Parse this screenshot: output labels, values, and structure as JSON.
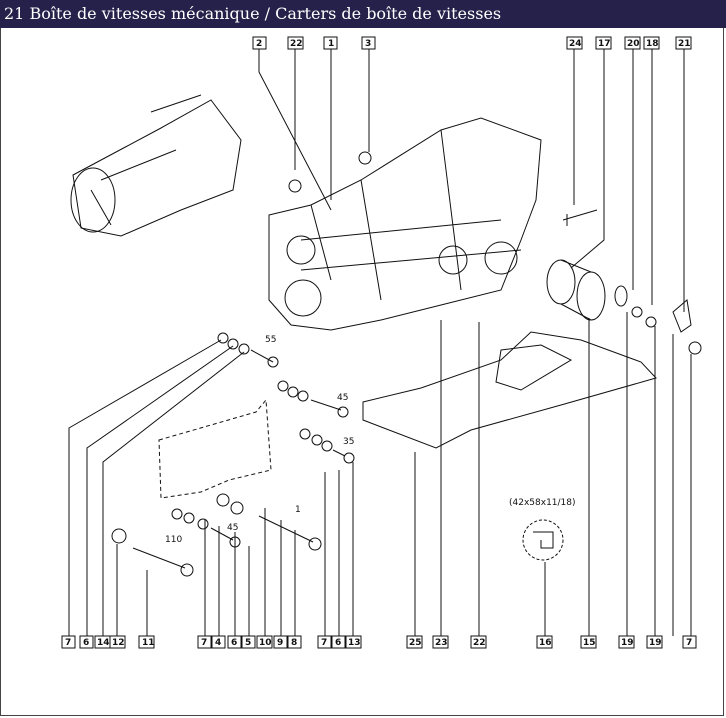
{
  "title": "21 Boîte de vitesses mécanique / Carters de boîte de vitesses",
  "colors": {
    "title_bar": "#25214a",
    "title_text": "#ffffff",
    "ink": "#111111"
  },
  "callouts_top": [
    "2",
    "22",
    "1",
    "3",
    "24",
    "17",
    "20",
    "18",
    "21"
  ],
  "callouts_bottom": [
    "7",
    "6",
    "14",
    "12",
    "11",
    "7",
    "4",
    "6",
    "5",
    "10",
    "9",
    "8",
    "7",
    "6",
    "13",
    "25",
    "23",
    "22",
    "16",
    "15",
    "19",
    "19",
    "7"
  ],
  "dimensions": [
    "55",
    "45",
    "35",
    "45",
    "110",
    "1"
  ],
  "seal_spec": "(42x58x11/18)"
}
